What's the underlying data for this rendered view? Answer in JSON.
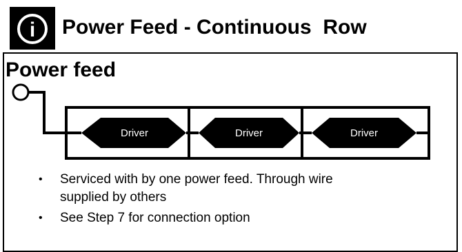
{
  "header": {
    "icon": "info-icon",
    "icon_letter": "i",
    "title": "Power Feed - Continuous  Row"
  },
  "section": {
    "label": "Power feed"
  },
  "diagram": {
    "drivers": [
      {
        "label": "Driver"
      },
      {
        "label": "Driver"
      },
      {
        "label": "Driver"
      }
    ],
    "colors": {
      "driver_fill": "#000000",
      "driver_text": "#ffffff",
      "line": "#000000",
      "background": "#ffffff"
    }
  },
  "bullets": [
    "Serviced with by one power feed. Through wire supplied by others",
    "See Step 7 for connection option"
  ]
}
